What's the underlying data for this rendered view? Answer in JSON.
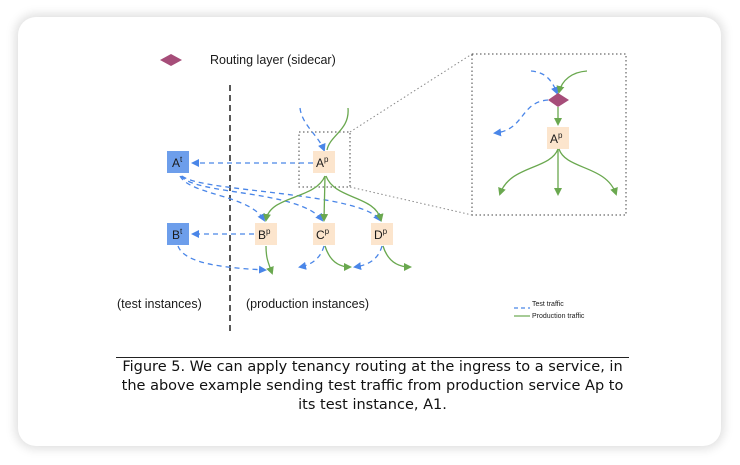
{
  "legend_top": {
    "routing_layer_label": "Routing layer (sidecar)"
  },
  "nodes": {
    "a_test": {
      "base": "A",
      "sup": "t"
    },
    "b_test": {
      "base": "B",
      "sup": "t"
    },
    "a_prod": {
      "base": "A",
      "sup": "p"
    },
    "b_prod": {
      "base": "B",
      "sup": "p"
    },
    "c_prod": {
      "base": "C",
      "sup": "p"
    },
    "d_prod": {
      "base": "D",
      "sup": "p"
    },
    "zoom_a_prod": {
      "base": "A",
      "sup": "p"
    }
  },
  "regions": {
    "test_label": "(test instances)",
    "production_label": "(production instances)"
  },
  "legend": {
    "test_traffic": "Test traffic",
    "production_traffic": "Production traffic"
  },
  "colors": {
    "test_node": "#6d9eeb",
    "prod_node": "#fce5cd",
    "sidecar": "#a64d79",
    "test_traffic": "#4a86e8",
    "production_traffic": "#6aa84f"
  },
  "caption": {
    "text": "Figure 5. We can apply tenancy routing at the ingress to a service, in the above example sending test traffic from production service Ap to its test instance, A1."
  }
}
